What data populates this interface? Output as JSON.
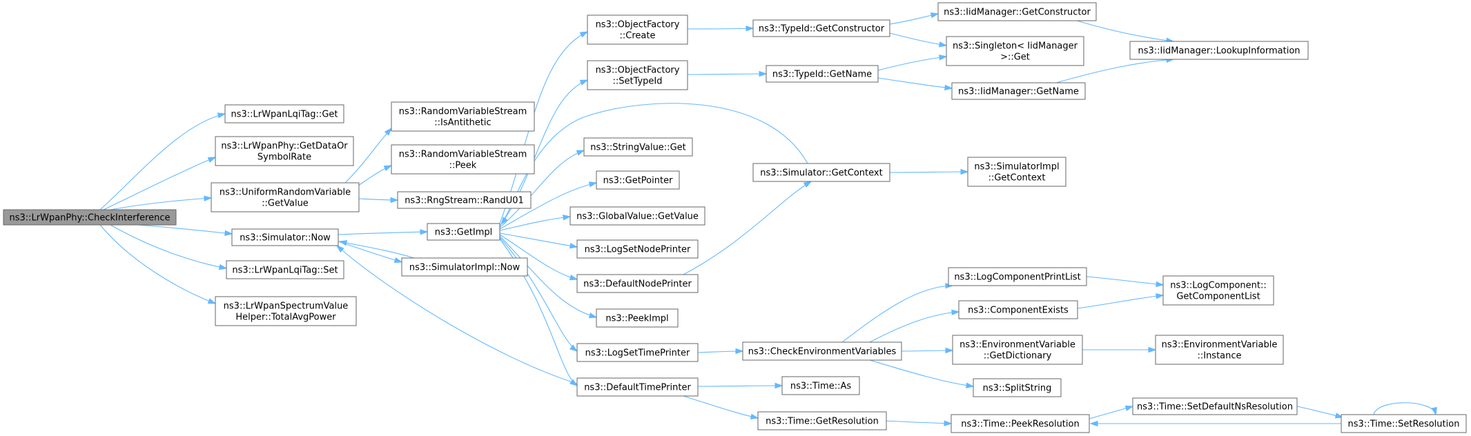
{
  "diagram": {
    "type": "call-graph",
    "nodes": [
      {
        "id": "root",
        "lines": [
          "ns3::LrWpanPhy::CheckInterference"
        ]
      },
      {
        "id": "lqiGet",
        "lines": [
          "ns3::LrWpanLqiTag::Get"
        ]
      },
      {
        "id": "getDataOr",
        "lines": [
          "ns3::LrWpanPhy::GetDataOr",
          "SymbolRate"
        ]
      },
      {
        "id": "urvGetValue",
        "lines": [
          "ns3::UniformRandomVariable",
          "::GetValue"
        ]
      },
      {
        "id": "simNow",
        "lines": [
          "ns3::Simulator::Now"
        ]
      },
      {
        "id": "lqiSet",
        "lines": [
          "ns3::LrWpanLqiTag::Set"
        ]
      },
      {
        "id": "totalAvg",
        "lines": [
          "ns3::LrWpanSpectrumValue",
          "Helper::TotalAvgPower"
        ]
      },
      {
        "id": "isAnti",
        "lines": [
          "ns3::RandomVariableStream",
          "::IsAntithetic"
        ]
      },
      {
        "id": "peek",
        "lines": [
          "ns3::RandomVariableStream",
          "::Peek"
        ]
      },
      {
        "id": "randU01",
        "lines": [
          "ns3::RngStream::RandU01"
        ]
      },
      {
        "id": "getImpl",
        "lines": [
          "ns3::GetImpl"
        ]
      },
      {
        "id": "simImplNow",
        "lines": [
          "ns3::SimulatorImpl::Now"
        ]
      },
      {
        "id": "ofCreate",
        "lines": [
          "ns3::ObjectFactory",
          "::Create"
        ]
      },
      {
        "id": "ofSetTypeId",
        "lines": [
          "ns3::ObjectFactory",
          "::SetTypeId"
        ]
      },
      {
        "id": "strGet",
        "lines": [
          "ns3::StringValue::Get"
        ]
      },
      {
        "id": "getPointer",
        "lines": [
          "ns3::GetPointer"
        ]
      },
      {
        "id": "gvGetValue",
        "lines": [
          "ns3::GlobalValue::GetValue"
        ]
      },
      {
        "id": "logSetNode",
        "lines": [
          "ns3::LogSetNodePrinter"
        ]
      },
      {
        "id": "defNode",
        "lines": [
          "ns3::DefaultNodePrinter"
        ]
      },
      {
        "id": "peekImpl",
        "lines": [
          "ns3::PeekImpl"
        ]
      },
      {
        "id": "logSetTime",
        "lines": [
          "ns3::LogSetTimePrinter"
        ]
      },
      {
        "id": "defTime",
        "lines": [
          "ns3::DefaultTimePrinter"
        ]
      },
      {
        "id": "tidGetCtor",
        "lines": [
          "ns3::TypeId::GetConstructor"
        ]
      },
      {
        "id": "tidGetName",
        "lines": [
          "ns3::TypeId::GetName"
        ]
      },
      {
        "id": "simGetCtx",
        "lines": [
          "ns3::Simulator::GetContext"
        ]
      },
      {
        "id": "checkEnv",
        "lines": [
          "ns3::CheckEnvironmentVariables"
        ]
      },
      {
        "id": "timeAs",
        "lines": [
          "ns3::Time::As"
        ]
      },
      {
        "id": "timeGetRes",
        "lines": [
          "ns3::Time::GetResolution"
        ]
      },
      {
        "id": "iidGetCtor",
        "lines": [
          "ns3::IidManager::GetConstructor"
        ]
      },
      {
        "id": "singleton",
        "lines": [
          "ns3::Singleton< IidManager",
          ">::Get"
        ]
      },
      {
        "id": "iidGetName",
        "lines": [
          "ns3::IidManager::GetName"
        ]
      },
      {
        "id": "simImplGetCtx",
        "lines": [
          "ns3::SimulatorImpl",
          "::GetContext"
        ]
      },
      {
        "id": "logCompPrint",
        "lines": [
          "ns3::LogComponentPrintList"
        ]
      },
      {
        "id": "compExists",
        "lines": [
          "ns3::ComponentExists"
        ]
      },
      {
        "id": "envGetDict",
        "lines": [
          "ns3::EnvironmentVariable",
          "::GetDictionary"
        ]
      },
      {
        "id": "splitStr",
        "lines": [
          "ns3::SplitString"
        ]
      },
      {
        "id": "timePeekRes",
        "lines": [
          "ns3::Time::PeekResolution"
        ]
      },
      {
        "id": "iidLookup",
        "lines": [
          "ns3::IidManager::LookupInformation"
        ]
      },
      {
        "id": "logCompList",
        "lines": [
          "ns3::LogComponent::",
          "GetComponentList"
        ]
      },
      {
        "id": "envInstance",
        "lines": [
          "ns3::EnvironmentVariable",
          "::Instance"
        ]
      },
      {
        "id": "timeSetDefNs",
        "lines": [
          "ns3::Time::SetDefaultNsResolution"
        ]
      },
      {
        "id": "timeSetRes",
        "lines": [
          "ns3::Time::SetResolution"
        ]
      }
    ],
    "edges": [
      [
        "root",
        "lqiGet"
      ],
      [
        "root",
        "getDataOr"
      ],
      [
        "root",
        "urvGetValue"
      ],
      [
        "root",
        "simNow"
      ],
      [
        "root",
        "lqiSet"
      ],
      [
        "root",
        "totalAvg"
      ],
      [
        "urvGetValue",
        "isAnti"
      ],
      [
        "urvGetValue",
        "peek"
      ],
      [
        "urvGetValue",
        "randU01"
      ],
      [
        "simNow",
        "getImpl"
      ],
      [
        "simNow",
        "simImplNow"
      ],
      [
        "getImpl",
        "ofCreate"
      ],
      [
        "getImpl",
        "ofSetTypeId"
      ],
      [
        "getImpl",
        "strGet"
      ],
      [
        "getImpl",
        "getPointer"
      ],
      [
        "getImpl",
        "gvGetValue"
      ],
      [
        "getImpl",
        "logSetNode"
      ],
      [
        "getImpl",
        "defNode"
      ],
      [
        "getImpl",
        "peekImpl"
      ],
      [
        "getImpl",
        "logSetTime"
      ],
      [
        "getImpl",
        "defTime"
      ],
      [
        "simImplNow",
        "simNow"
      ],
      [
        "simGetCtx",
        "getImpl"
      ],
      [
        "defTime",
        "simNow"
      ],
      [
        "ofCreate",
        "tidGetCtor"
      ],
      [
        "ofSetTypeId",
        "tidGetName"
      ],
      [
        "defNode",
        "simGetCtx"
      ],
      [
        "logSetTime",
        "checkEnv"
      ],
      [
        "defTime",
        "timeAs"
      ],
      [
        "defTime",
        "timeGetRes"
      ],
      [
        "tidGetCtor",
        "iidGetCtor"
      ],
      [
        "tidGetCtor",
        "singleton"
      ],
      [
        "tidGetName",
        "singleton"
      ],
      [
        "tidGetName",
        "iidGetName"
      ],
      [
        "simGetCtx",
        "simImplGetCtx"
      ],
      [
        "checkEnv",
        "logCompPrint"
      ],
      [
        "checkEnv",
        "compExists"
      ],
      [
        "checkEnv",
        "envGetDict"
      ],
      [
        "checkEnv",
        "splitStr"
      ],
      [
        "timeGetRes",
        "timePeekRes"
      ],
      [
        "iidGetCtor",
        "iidLookup"
      ],
      [
        "iidGetName",
        "iidLookup"
      ],
      [
        "logCompPrint",
        "logCompList"
      ],
      [
        "compExists",
        "logCompList"
      ],
      [
        "envGetDict",
        "envInstance"
      ],
      [
        "timePeekRes",
        "timeSetDefNs"
      ],
      [
        "timeSetDefNs",
        "timeSetRes"
      ],
      [
        "timeSetRes",
        "timePeekRes"
      ],
      [
        "timeSetRes",
        "timeSetRes"
      ]
    ],
    "colors": {
      "edge": "#63b8ff",
      "node_border": "#666666",
      "root_fill": "#999999",
      "node_fill": "#ffffff"
    }
  }
}
